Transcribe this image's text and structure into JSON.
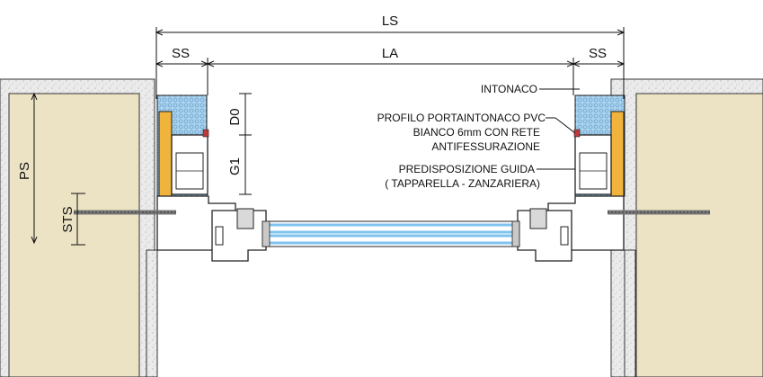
{
  "dimensions": {
    "ls": "LS",
    "ss_left": "SS",
    "la": "LA",
    "ss_right": "SS",
    "d0": "D0",
    "g1": "G1",
    "ps": "PS",
    "sts": "STS"
  },
  "annotations": {
    "intonaco": "INTONACO",
    "profilo_line1": "PROFILO PORTAINTONACO PVC",
    "profilo_line2": "BIANCO 6mm CON RETE",
    "profilo_line3": "ANTIFESSURAZIONE",
    "predisposizione_line1": "PREDISPOSIZIONE GUIDA",
    "predisposizione_line2": "( TAPPARELLA - ZANZARIERA)"
  },
  "colors": {
    "wall": "#ece3c4",
    "plaster": "#e7e7e7",
    "insulation": "#9cc9ea",
    "wood": "#f0b43c",
    "glass": "#7fc3ef",
    "line": "#111111"
  }
}
